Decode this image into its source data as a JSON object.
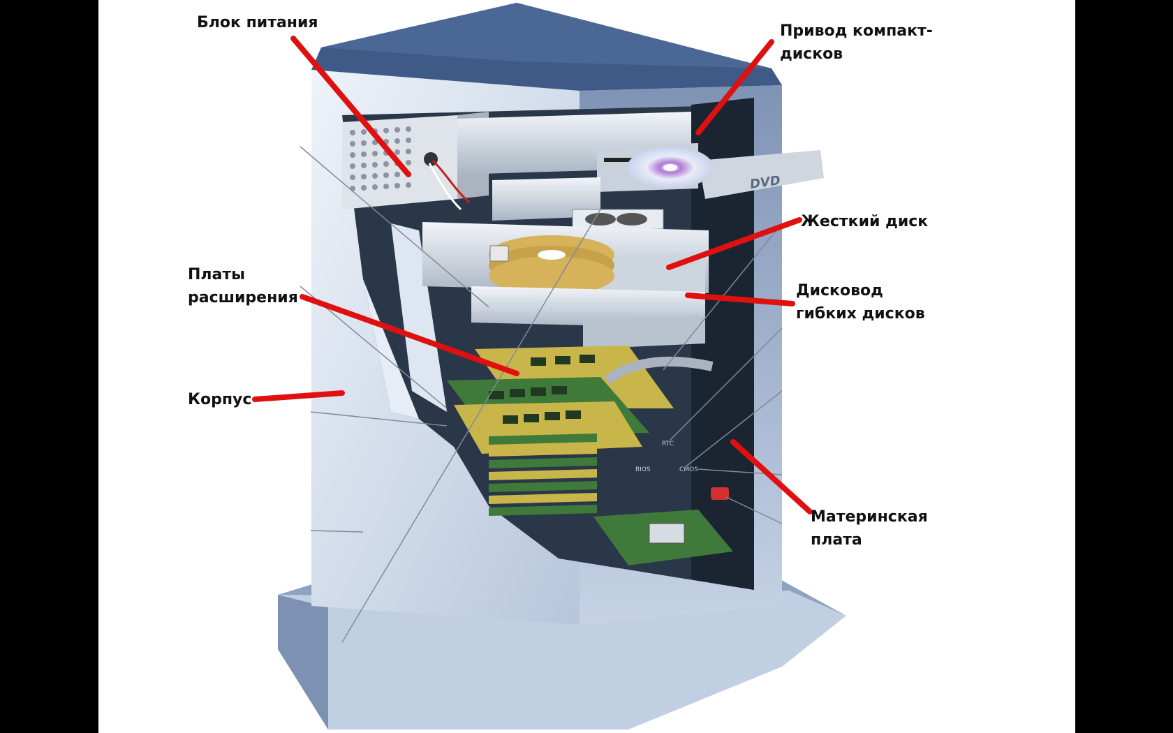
{
  "colors": {
    "background": "#000000",
    "panel": "#ffffff",
    "leader": "#e01010",
    "case_top": "#3f5a86",
    "case_side": "#a9bad3",
    "case_front": "#d7e1ee",
    "interior_dark": "#1e2a38",
    "board_green": "#3f7a3a",
    "board_gold": "#c8b64a",
    "drive_metal": "#c9d2dc",
    "disk_gold": "#d6b25a"
  },
  "labels": {
    "power_supply": "Блок питания",
    "cd_drive_line1": "Привод компакт-",
    "cd_drive_line2": "дисков",
    "hard_disk": "Жесткий диск",
    "floppy_line1": "Дисковод",
    "floppy_line2": "гибких дисков",
    "expansion_line1": "Платы",
    "expansion_line2": "расширения",
    "case": "Корпус",
    "motherboard_line1": "Материнская",
    "motherboard_line2": "плата"
  },
  "illustration": {
    "dvd_tray_text": "DVD",
    "chip_labels": [
      "RTC",
      "BIOS",
      "CMOS"
    ]
  },
  "icons": [
    "computer-case-illustration"
  ]
}
